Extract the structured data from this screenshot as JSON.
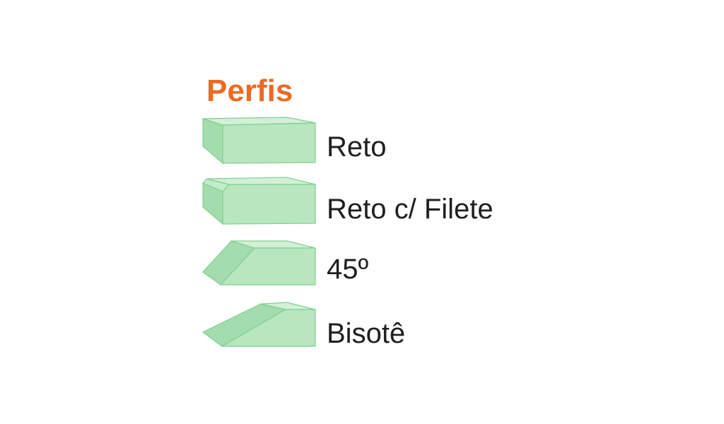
{
  "title": "Perfis",
  "colors": {
    "title": "#ea6b24",
    "profile_fill_front": "#b8e6bf",
    "profile_fill_top": "#d3f0d7",
    "profile_fill_side": "#a3dcad",
    "profile_stroke": "#7fd08e",
    "label": "#1f1f1f"
  },
  "profiles": [
    {
      "label": "Reto",
      "icon": "straight-edge-profile-icon"
    },
    {
      "label": "Reto c/ Filete",
      "icon": "straight-edge-with-fillet-profile-icon"
    },
    {
      "label": "45º",
      "icon": "45-degree-edge-profile-icon"
    },
    {
      "label": "Bisotê",
      "icon": "bevel-edge-profile-icon"
    }
  ]
}
